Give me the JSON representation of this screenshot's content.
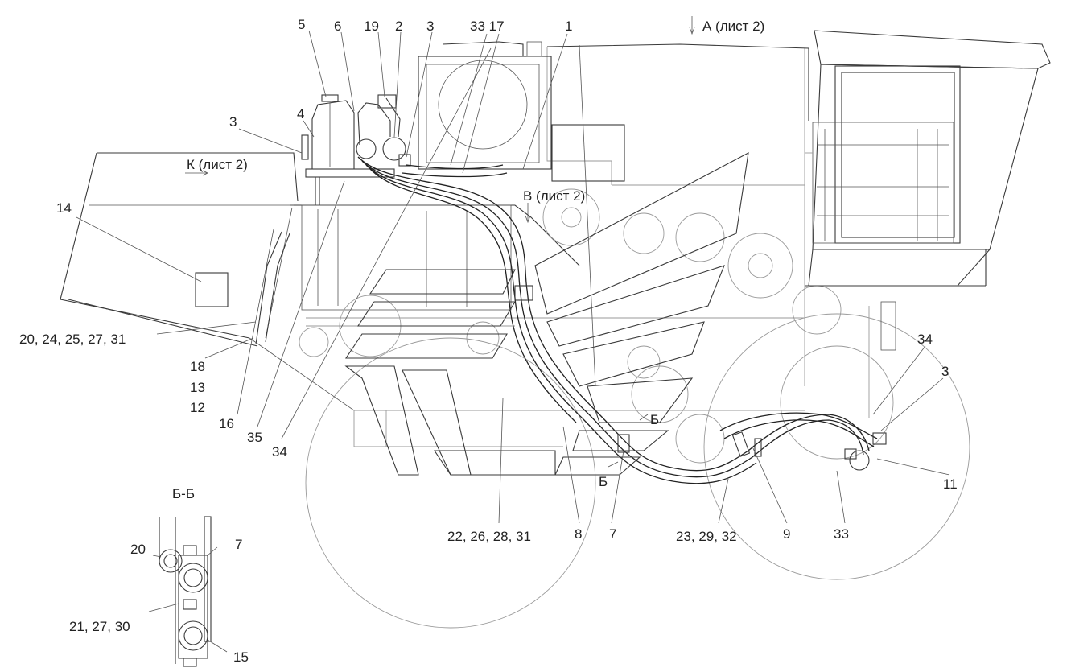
{
  "drawing": {
    "labels": {
      "n5": "5",
      "n6": "6",
      "n19": "19",
      "n2": "2",
      "n3_top": "3",
      "n33_17": "33 17",
      "n1": "1",
      "view_a": "А (лист 2)",
      "n3_left": "3",
      "n4": "4",
      "view_k": "К (лист 2)",
      "view_v": "В (лист 2)",
      "n14": "14",
      "n20_group": "20, 24, 25, 27, 31",
      "n18": "18",
      "n13": "13",
      "n12": "12",
      "n16": "16",
      "n35": "35",
      "n34_left": "34",
      "n34_right": "34",
      "n3_right": "3",
      "n11": "11",
      "section_mark_top": "Б",
      "section_mark_bottom": "Б",
      "n22_group": "22, 26, 28, 31",
      "n8": "8",
      "n7": "7",
      "n23_group": "23, 29, 32",
      "n9": "9",
      "n33_bottom": "33",
      "section_title": "Б-Б",
      "sec_n20": "20",
      "sec_n7": "7",
      "sec_n21_group": "21, 27, 30",
      "sec_n15": "15"
    }
  }
}
